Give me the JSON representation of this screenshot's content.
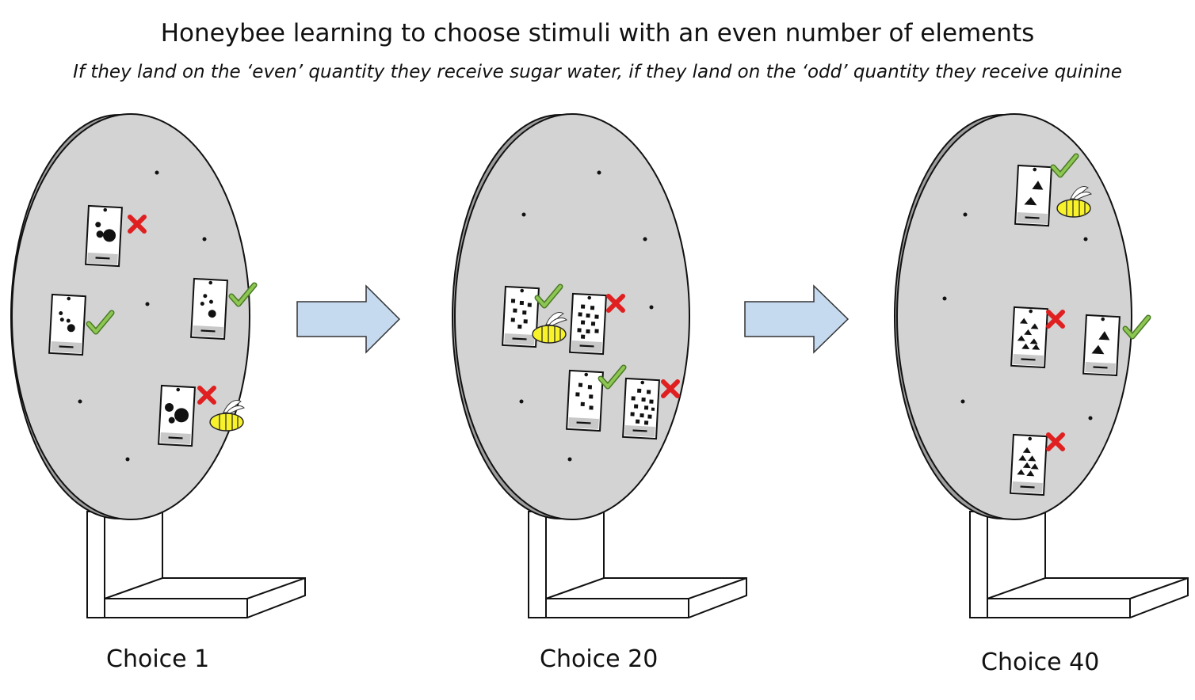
{
  "title": "Honeybee learning to choose stimuli with an even number of elements",
  "subtitle": "If they land on the ‘even’ quantity they receive sugar water, if they land on the ‘odd’ quantity they receive quinine",
  "panels": [
    {
      "caption": "Choice 1"
    },
    {
      "caption": "Choice 20"
    },
    {
      "caption": "Choice 40"
    }
  ],
  "colors": {
    "disc_face": "#d3d3d3",
    "disc_edge": "#9e9e9e",
    "arrow_fill": "#c5d9ef",
    "bee_body": "#f7f22a",
    "check": "#77b843",
    "cross": "#e02020"
  },
  "icons": [
    "check-icon",
    "cross-icon",
    "bee-icon",
    "arrow-right-icon"
  ]
}
